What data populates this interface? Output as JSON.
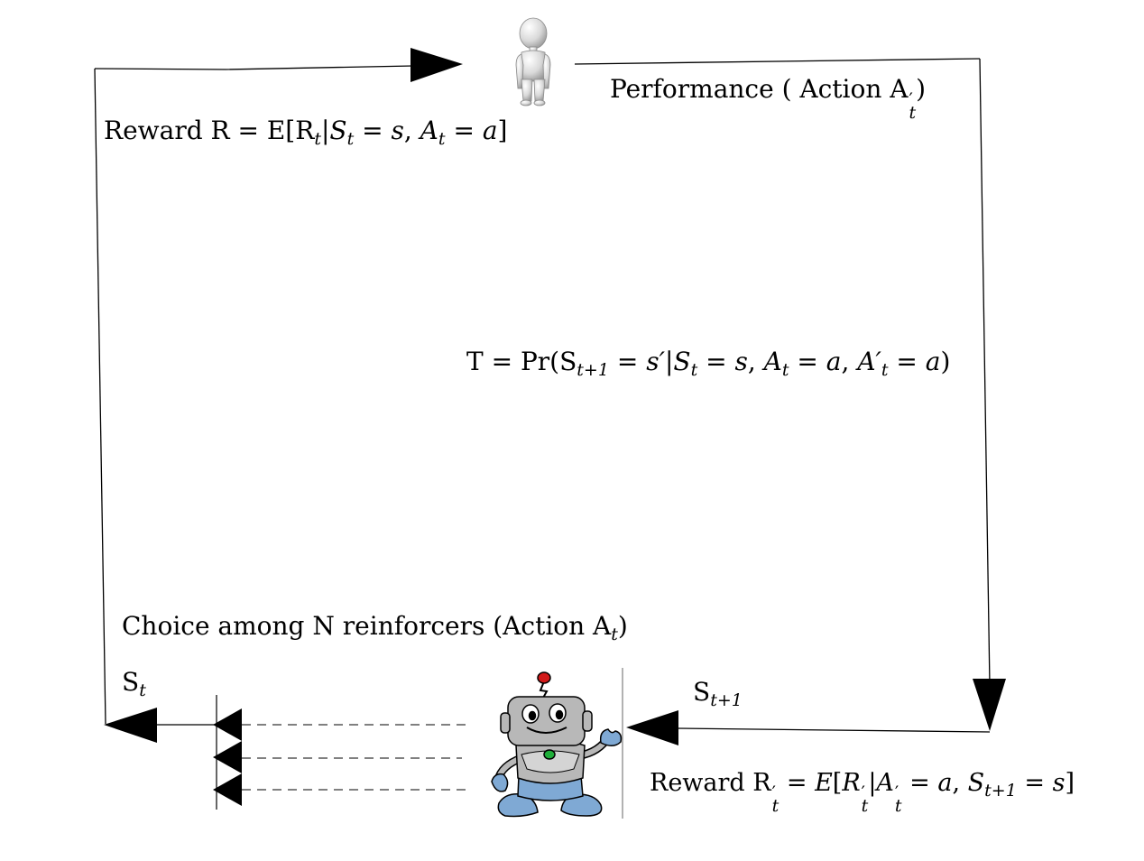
{
  "labels": {
    "reward_top": {
      "prefix": "Reward R = E[R",
      "sub1": "t",
      "sep": "|",
      "var1": "S",
      "sub2": "t",
      "eq1": " = ",
      "val1": "s",
      "comma": ", ",
      "var2": "A",
      "sub3": "t",
      "eq2": " = ",
      "val2": "a",
      "close": "]"
    },
    "performance": {
      "prefix": "Performance ( Action A",
      "prime": "′",
      "sub": "t",
      "close": ")"
    },
    "transition": {
      "prefix": "T = Pr(S",
      "sub1": "t+1",
      "eq1": " = ",
      "val1": "s′",
      "sep": "|",
      "var1": "S",
      "sub2": "t",
      "eq2": " = ",
      "val2": "s",
      "comma1": ", ",
      "var2": "A",
      "sub3": "t",
      "eq3": " = ",
      "val3": "a",
      "comma2": ", ",
      "var3": "A′",
      "sub4": "t",
      "eq4": " = ",
      "val4": "a",
      "close": ")"
    },
    "choice": {
      "prefix": "Choice among N reinforcers (Action A",
      "sub": "t",
      "close": ")"
    },
    "state_t": {
      "base": "S",
      "sub": "t"
    },
    "state_t1": {
      "base": "S",
      "sub": "t+1"
    },
    "reward_bottom": {
      "prefix": "Reward R",
      "prime": "′",
      "sub": "t",
      "eq1": " = ",
      "func": "E",
      "open": "[",
      "var1": "R",
      "prime2": "′",
      "sub2": "t",
      "sep": "|",
      "var2": "A",
      "prime3": "′",
      "sub3": "t",
      "eq2": " = ",
      "val1": "a",
      "comma": ", ",
      "var3": "S",
      "sub4": "t+1",
      "eq3": " = ",
      "val2": "s",
      "close": "]"
    }
  },
  "icons": {
    "human": "human-figure-icon",
    "robot": "robot-agent-icon"
  },
  "colors": {
    "line": "#000000",
    "robot_body": "#b8b8b8",
    "robot_accent": "#7fa9d4",
    "robot_antenna": "#d21a1a",
    "robot_button": "#1fae3a",
    "human": "#d8d8d8"
  }
}
